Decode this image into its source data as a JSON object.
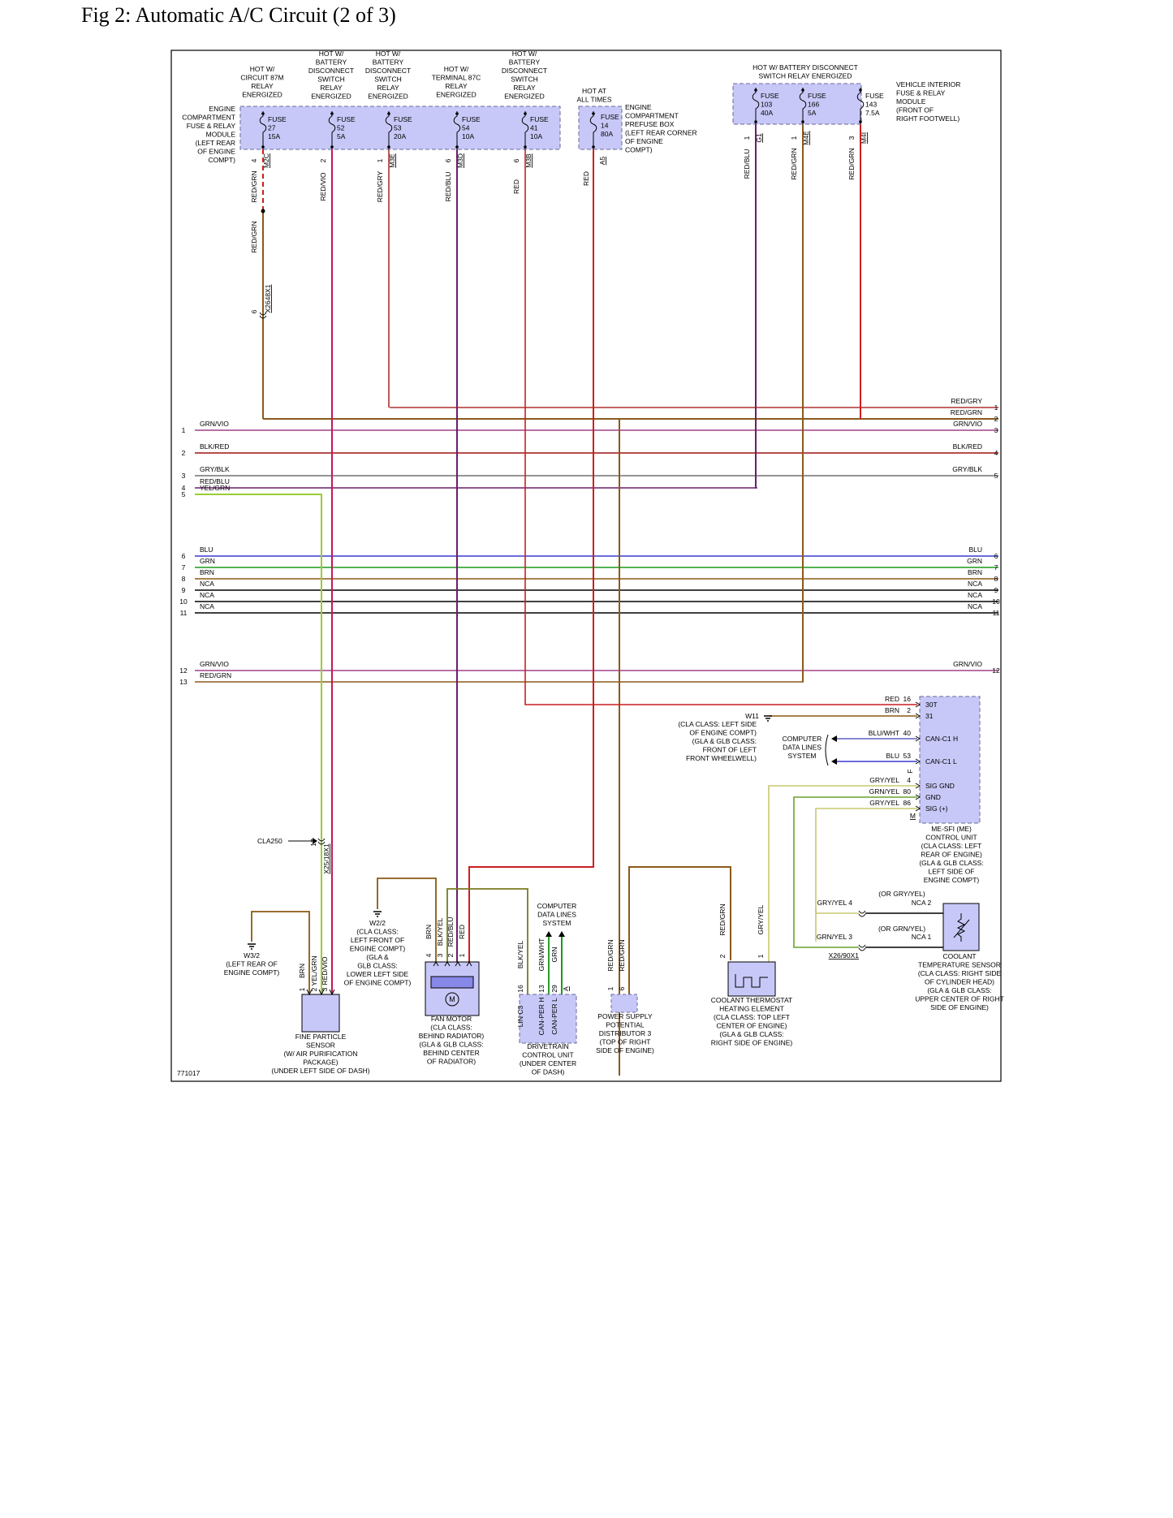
{
  "page": {
    "title": "Fig 2: Automatic A/C Circuit (2 of 3)",
    "figure_code": "771017"
  },
  "colors": {
    "fuse_fill": "#c8c8f8",
    "fuse_stroke": "#6a6a9a",
    "red_grn": "#8b5a1a",
    "red": "#cc1f1f",
    "red_vio": "#c2185b",
    "red_gry": "#b03030",
    "red_blu": "#6a1e6a",
    "grn_vio": "#a0408a",
    "blk_red": "#a01010",
    "gry_blk": "#707070",
    "yel_grn": "#9acd32",
    "blu": "#3a3ad0",
    "grn": "#1a9a1a",
    "brn": "#8b5a10",
    "nca": "#000000",
    "gry_yel": "#c8c870",
    "grn_yel": "#6aa030",
    "blk_yel": "#7a7a20",
    "grn_wht": "#2aa02a",
    "blu_wht": "#6060c0"
  },
  "fuse_modules": {
    "engine_module": {
      "name": [
        "ENGINE",
        "COMPARTMENT",
        "FUSE & RELAY",
        "MODULE",
        "(LEFT REAR",
        "OF ENGINE",
        "COMPT)"
      ],
      "fuses": [
        {
          "hot": [
            "HOT W/",
            "CIRCUIT 87M",
            "RELAY",
            "ENERGIZED"
          ],
          "label": [
            "FUSE",
            "27",
            "15A"
          ],
          "pin": "4",
          "conn": "M2C",
          "wire": "RED/GRN"
        },
        {
          "hot": [
            "HOT W/",
            "BATTERY",
            "DISCONNECT",
            "SWITCH",
            "RELAY",
            "ENERGIZED"
          ],
          "label": [
            "FUSE",
            "52",
            "5A"
          ],
          "pin": "2",
          "conn": "",
          "wire": "RED/VIO"
        },
        {
          "hot": [
            "HOT W/",
            "BATTERY",
            "DISCONNECT",
            "SWITCH",
            "RELAY",
            "ENERGIZED"
          ],
          "label": [
            "FUSE",
            "53",
            "20A"
          ],
          "pin": "1",
          "conn": "M3E",
          "wire": "RED/GRY"
        },
        {
          "hot": [
            "HOT W/",
            "TERMINAL 87C",
            "RELAY",
            "ENERGIZED"
          ],
          "label": [
            "FUSE",
            "54",
            "10A"
          ],
          "pin": "6",
          "conn": "M3D",
          "wire": "RED/BLU"
        },
        {
          "hot": [
            "HOT W/",
            "BATTERY",
            "DISCONNECT",
            "SWITCH",
            "RELAY",
            "ENERGIZED"
          ],
          "label": [
            "FUSE",
            "41",
            "10A"
          ],
          "pin": "6",
          "conn": "M3B",
          "wire": "RED"
        }
      ]
    },
    "prefuse_box": {
      "hot": [
        "HOT AT",
        "ALL TIMES"
      ],
      "label": [
        "FUSE",
        "14",
        "80A"
      ],
      "conn": "A5",
      "wire": "RED",
      "name": [
        "ENGINE",
        "COMPARTMENT",
        "PREFUSE BOX",
        "(LEFT REAR CORNER",
        "OF ENGINE",
        "COMPT)"
      ]
    },
    "interior_module": {
      "hot": [
        "HOT W/ BATTERY DISCONNECT",
        "SWITCH RELAY ENERGIZED"
      ],
      "name": [
        "VEHICLE INTERIOR",
        "FUSE & RELAY",
        "MODULE",
        "(FRONT OF",
        "RIGHT FOOTWELL)"
      ],
      "fuses": [
        {
          "label": [
            "FUSE",
            "103",
            "40A"
          ],
          "pin": "1",
          "conn": "G1",
          "wire": "RED/BLU"
        },
        {
          "label": [
            "FUSE",
            "166",
            "5A"
          ],
          "pin": "1",
          "conn": "M4E",
          "wire": "RED/GRN"
        },
        {
          "label": [
            "FUSE",
            "143",
            "7.5A"
          ],
          "pin": "3",
          "conn": "M4I",
          "wire": "RED/GRN"
        }
      ]
    }
  },
  "connector_x2648": {
    "pin": "6",
    "name": "X2648X1",
    "wire_above": "RED/GRN"
  },
  "bus_lines": [
    {
      "n": "1",
      "left": "GRN/VIO",
      "right_n": "3",
      "right": "GRN/VIO"
    },
    {
      "n": "2",
      "left": "BLK/RED",
      "right_n": "4",
      "right": "BLK/RED"
    },
    {
      "n": "3",
      "left": "GRY/BLK",
      "right_n": "5",
      "right": "GRY/BLK"
    },
    {
      "n": "4",
      "left": "RED/BLU",
      "right_n": "",
      "right": ""
    },
    {
      "n": "5",
      "left": "YEL/GRN",
      "right_n": "",
      "right": ""
    },
    {
      "n": "6",
      "left": "BLU",
      "right_n": "6",
      "right": "BLU"
    },
    {
      "n": "7",
      "left": "GRN",
      "right_n": "7",
      "right": "GRN"
    },
    {
      "n": "8",
      "left": "BRN",
      "right_n": "8",
      "right": "BRN"
    },
    {
      "n": "9",
      "left": "NCA",
      "right_n": "9",
      "right": "NCA"
    },
    {
      "n": "10",
      "left": "NCA",
      "right_n": "10",
      "right": "NCA"
    },
    {
      "n": "11",
      "left": "NCA",
      "right_n": "11",
      "right": "NCA"
    },
    {
      "n": "12",
      "left": "GRN/VIO",
      "right_n": "12",
      "right": "GRN/VIO"
    },
    {
      "n": "13",
      "left": "RED/GRN",
      "right_n": "",
      "right": ""
    }
  ],
  "right_top_lines": [
    {
      "n": "1",
      "label": "RED/GRY"
    },
    {
      "n": "2",
      "label": "RED/GRN"
    }
  ],
  "ecu": {
    "name": [
      "ME-SFI (ME)",
      "CONTROL UNIT",
      "(CLA CLASS: LEFT",
      "REAR OF ENGINE)",
      "(GLA & GLB CLASS:",
      "LEFT SIDE OF",
      "ENGINE COMPT)"
    ],
    "conn": "M",
    "pins": [
      {
        "wire": "RED",
        "n": "16",
        "label": "30T"
      },
      {
        "wire": "BRN",
        "n": "2",
        "label": "31"
      },
      {
        "wire": "BLU/WHT",
        "n": "40",
        "label": "CAN-C1 H"
      },
      {
        "wire": "BLU",
        "n": "53",
        "label": "CAN-C1 L"
      },
      {
        "wire": "GRY/YEL",
        "n": "4",
        "label": "SIG GND"
      },
      {
        "wire": "GRN/YEL",
        "n": "80",
        "label": "GND"
      },
      {
        "wire": "GRY/YEL",
        "n": "86",
        "label": "SIG (+)"
      }
    ],
    "side_conn": "F",
    "ground_w11": {
      "name": "W11",
      "desc": [
        "(CLA CLASS: LEFT SIDE",
        "OF ENGINE COMPT)",
        "(GLA & GLB CLASS:",
        "FRONT OF LEFT",
        "FRONT WHEELWELL)"
      ]
    },
    "data_lines": [
      "COMPUTER",
      "DATA LINES",
      "SYSTEM"
    ]
  },
  "coolant_sensor": {
    "name": [
      "COOLANT",
      "TEMPERATURE SENSOR",
      "(CLA CLASS: RIGHT SIDE",
      "OF CYLINDER HEAD)",
      "(GLA & GLB CLASS:",
      "UPPER CENTER OF RIGHT",
      "SIDE OF ENGINE)"
    ],
    "alt1": "(OR GRY/YEL)",
    "alt2": "(OR GRN/YEL)",
    "pin2_wire": "GRY/YEL",
    "pin2_n": "4",
    "pin2_nca": "NCA",
    "pin2_pin": "2",
    "pin1_wire": "GRN/YEL",
    "pin1_n": "3",
    "pin1_nca": "NCA",
    "pin1_pin": "1",
    "conn": "X26/90X1"
  },
  "thermostat": {
    "name": [
      "COOLANT THERMOSTAT",
      "HEATING ELEMENT",
      "(CLA CLASS: TOP LEFT",
      "CENTER OF ENGINE)",
      "(GLA & GLB CLASS:",
      "RIGHT SIDE OF ENGINE)"
    ],
    "wire_a": "RED/GRN",
    "pin_a": "2",
    "wire_b": "GRY/YEL",
    "pin_b": "1"
  },
  "power_supply": {
    "name": [
      "POWER SUPPLY",
      "POTENTIAL",
      "DISTRIBUTOR 3",
      "(TOP OF RIGHT",
      "SIDE OF ENGINE)"
    ],
    "wire_a": "RED/GRN",
    "wire_b": "RED/GRN",
    "pin_a": "1",
    "pin_b": "6"
  },
  "drivetrain_unit": {
    "name": [
      "DRIVETRAIN",
      "CONTROL UNIT",
      "(UNDER CENTER",
      "OF DASH)"
    ],
    "data_lines": [
      "COMPUTER",
      "DATA LINES",
      "SYSTEM"
    ],
    "pins": [
      {
        "wire": "BLK/YEL",
        "n": "16",
        "label": "LIN C3"
      },
      {
        "wire": "GRN/WHT",
        "n": "13",
        "label": "CAN-PER H"
      },
      {
        "wire": "GRN",
        "n": "29",
        "label": "CAN-PER L"
      }
    ],
    "conn": "A"
  },
  "fan_motor": {
    "name": [
      "FAN MOTOR",
      "(CLA CLASS:",
      "BEHIND RADIATOR)",
      "(GLA & GLB CLASS:",
      "BEHIND CENTER",
      "OF RADIATOR)"
    ],
    "symbol": "M",
    "pins": [
      {
        "wire": "BRN",
        "n": "4"
      },
      {
        "wire": "BLK/YEL",
        "n": "3"
      },
      {
        "wire": "RED/BLU",
        "n": "2"
      },
      {
        "wire": "RED",
        "n": "1"
      }
    ],
    "ground_w22": {
      "name": "W2/2",
      "desc": [
        "(CLA CLASS:",
        "LEFT FRONT OF",
        "ENGINE COMPT)",
        "(GLA &",
        "GLB CLASS:",
        "LOWER LEFT SIDE",
        "OF ENGINE COMPT)"
      ]
    }
  },
  "particle_sensor": {
    "name": [
      "FINE PARTICLE",
      "SENSOR",
      "(W/ AIR PURIFICATION",
      "PACKAGE)",
      "(UNDER LEFT SIDE OF DASH)"
    ],
    "pins": [
      {
        "wire": "BRN",
        "n": "1"
      },
      {
        "wire": "YEL/GRN",
        "n": "2"
      },
      {
        "wire": "RED/VIO",
        "n": "3"
      }
    ],
    "ground_w32": {
      "name": "W3/2",
      "desc": [
        "(LEFT REAR OF",
        "ENGINE COMPT)"
      ]
    }
  },
  "cla250": {
    "label": "CLA250",
    "pin": "17",
    "conn": "X25/18X1"
  }
}
